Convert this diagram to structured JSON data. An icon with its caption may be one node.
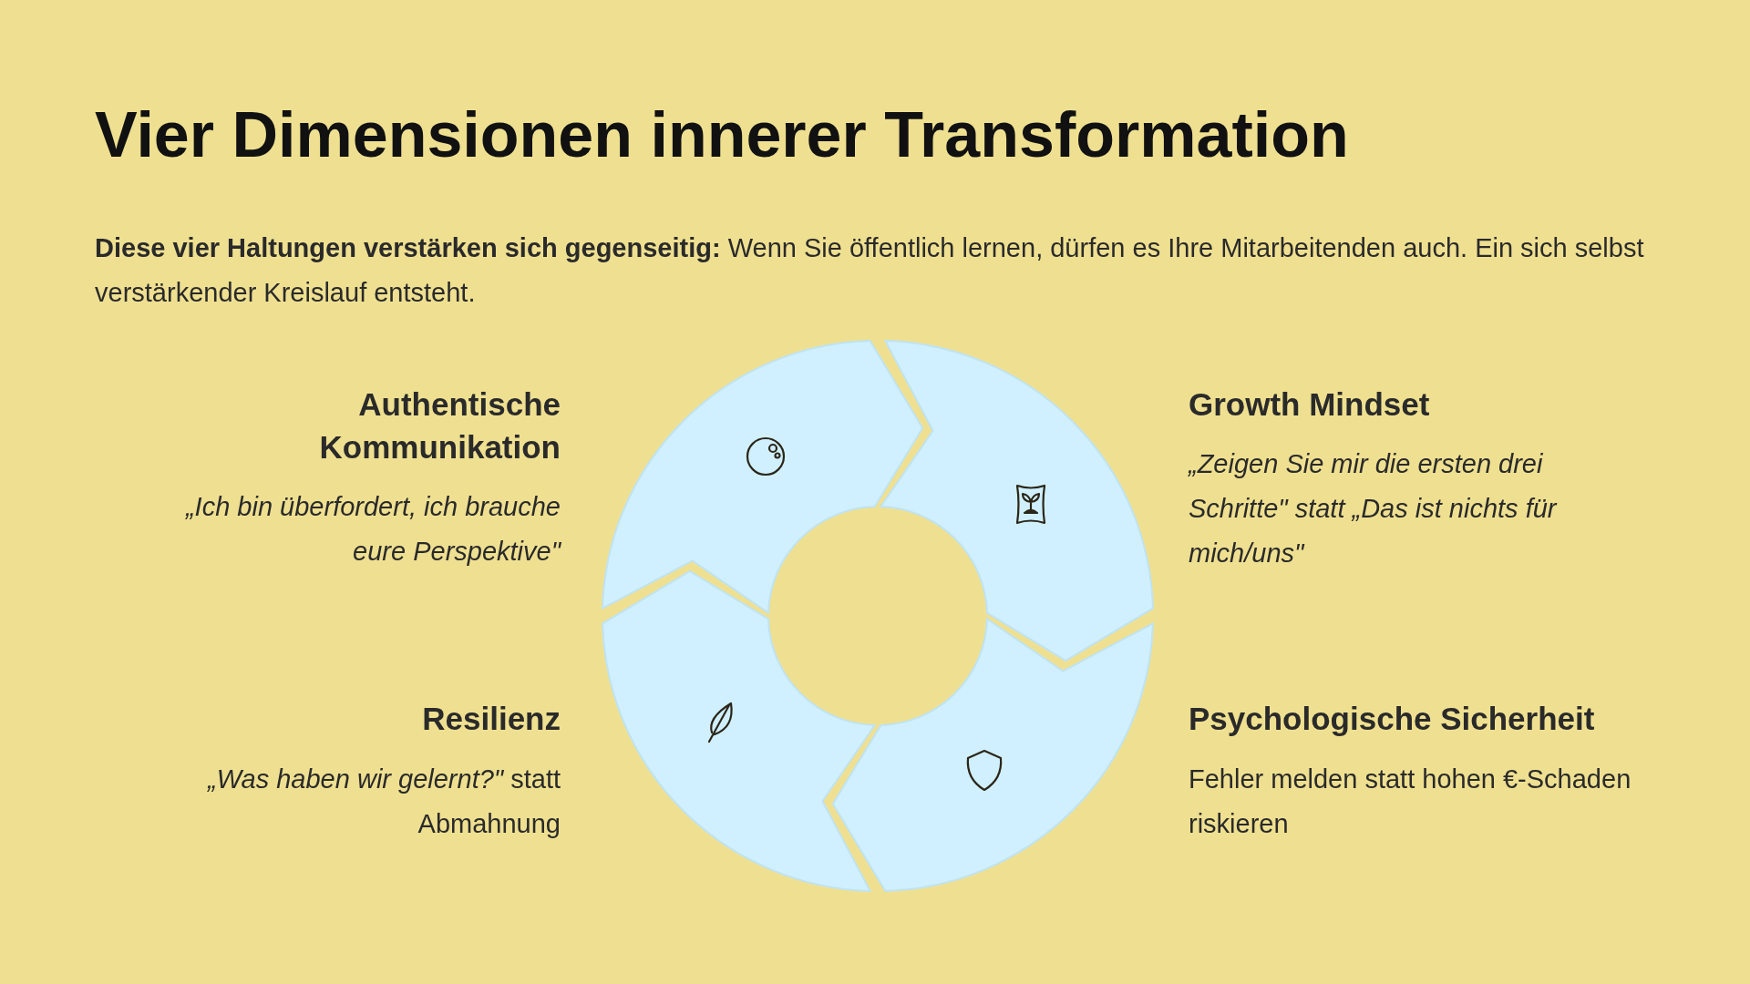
{
  "diagram": {
    "title": "Vier Dimensionen innerer Transformation",
    "nodes": [
      {
        "text": [],
        "shape": "arc",
        "beside": [
          "Authentische Kommunikation",
          "„Ich bin überfordert, ich brauche eure Perspektive\""
        ]
      },
      {
        "text": [],
        "shape": "arc",
        "beside": [
          "Growth Mindset",
          "„Zeigen Sie mir die ersten drei Schritte\" statt „Das ist nichts für mich/uns\""
        ]
      },
      {
        "text": [],
        "shape": "arc",
        "beside": [
          "Resilienz",
          "*„Was haben wir gelernt?\"* statt Abmahnung"
        ]
      },
      {
        "text": [],
        "shape": "arc",
        "beside": [
          "Psychologische Sicherheit",
          "Fehler melden statt hohen €-Schaden riskieren"
        ]
      }
    ],
    "edges": [],
    "labels": [
      "**Diese vier Haltungen verstärken sich gegenseitig:** Wenn Sie öffentlich lernen, dürfen es Ihre Mitarbeitenden auch. Ein sich selbst verstärkender Kreislauf entsteht."
    ]
  }
}
